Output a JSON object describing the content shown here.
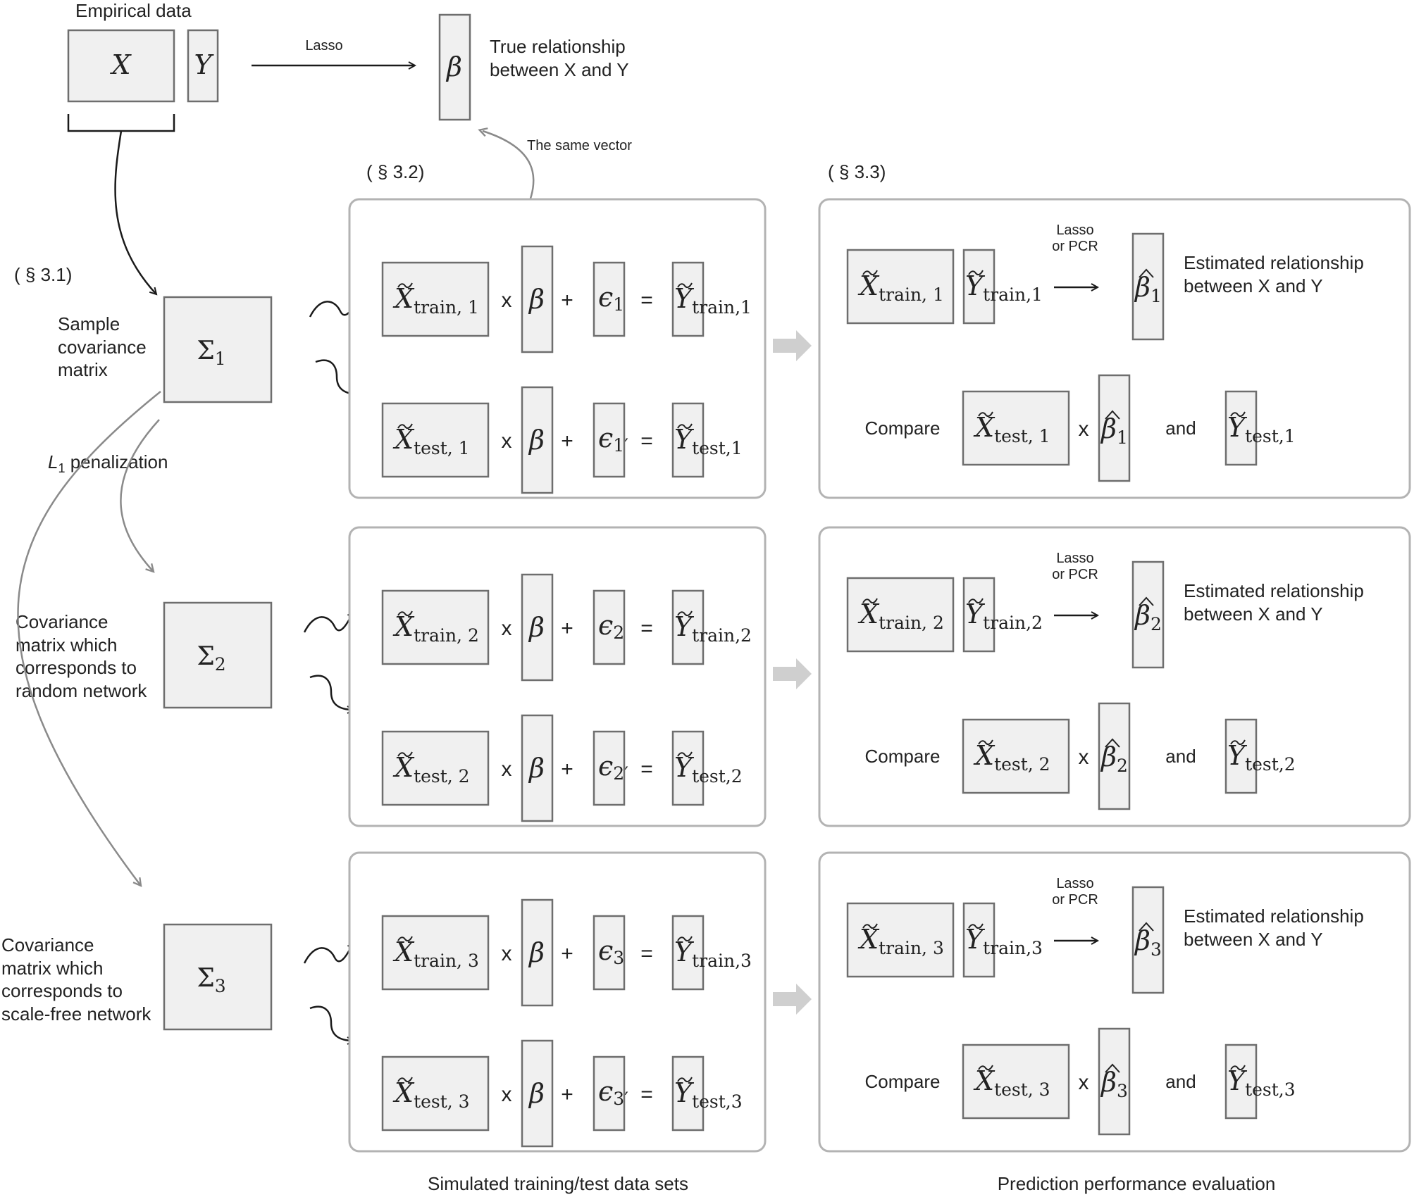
{
  "top": {
    "empirical_data": "Empirical data",
    "x_symbol": "X",
    "y_symbol": "Y",
    "lasso": "Lasso",
    "beta_symbol": "β",
    "true_rel_line1": "True relationship",
    "true_rel_line2": "between X and Y",
    "same_vector": "The same vector"
  },
  "sections": {
    "s31": "( § 3.1)",
    "s32": "( § 3.2)",
    "s33": "( § 3.3)"
  },
  "left": {
    "sigma1_sub": "1",
    "sigma2_sub": "2",
    "sigma3_sub": "3",
    "sigma_symbol": "Σ",
    "sample_cov": [
      "Sample",
      "covariance",
      "matrix"
    ],
    "random_cov": [
      "Covariance",
      "matrix which",
      "corresponds to",
      "random network"
    ],
    "scalefree_cov": [
      "Covariance",
      "matrix which",
      "corresponds to",
      "scale-free network"
    ],
    "l1_letter": "L",
    "l1_sub": "1",
    "l1_rest": " penalization"
  },
  "ops": {
    "times": "x",
    "plus": "+",
    "equals": "=",
    "compare": "Compare",
    "and": "and",
    "lasso_pcr_1": "Lasso",
    "lasso_pcr_2": "or PCR",
    "est_line1": "Estimated relationship",
    "est_line2": "between X and Y"
  },
  "rows": [
    {
      "i": "1",
      "xtrain": "train, 1",
      "xtest": "test, 1",
      "ytrain": "train,1",
      "ytest": "test,1",
      "eps": "1",
      "eps_prime": "1′"
    },
    {
      "i": "2",
      "xtrain": "train, 2",
      "xtest": "test, 2",
      "ytrain": "train,2",
      "ytest": "test,2",
      "eps": "2",
      "eps_prime": "2′"
    },
    {
      "i": "3",
      "xtrain": "train, 3",
      "xtest": "test, 3",
      "ytrain": "train,3",
      "ytest": "test,3",
      "eps": "3",
      "eps_prime": "3′"
    }
  ],
  "footer": {
    "left": "Simulated training/test data sets",
    "right": "Prediction performance evaluation"
  }
}
